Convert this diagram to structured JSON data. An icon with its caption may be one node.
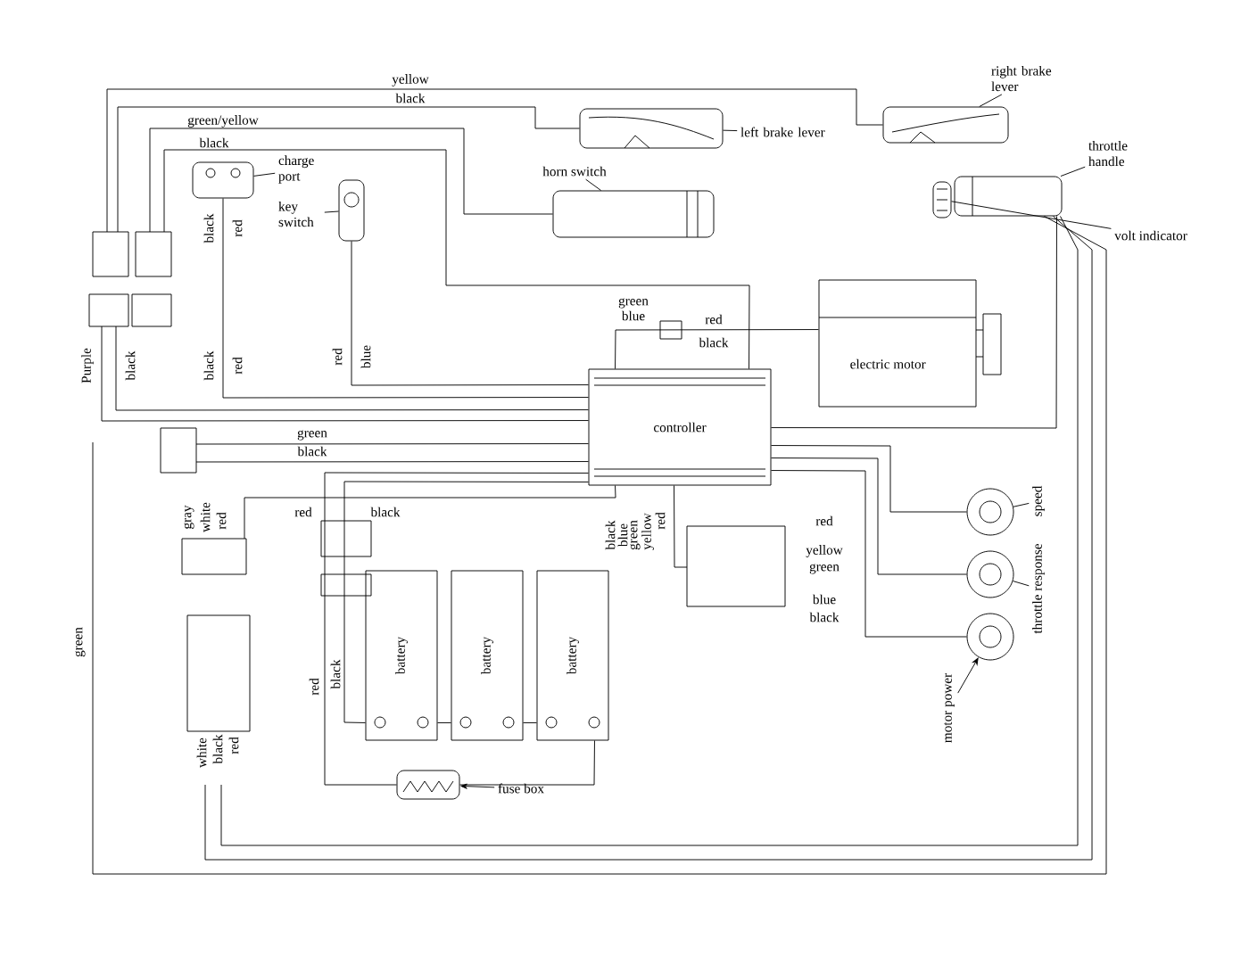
{
  "diagram": {
    "nodes": [
      {
        "text": [
          "controller"
        ]
      },
      {
        "text": [
          "electric motor"
        ]
      },
      {
        "text": [
          "battery"
        ]
      },
      {
        "text": [
          "battery"
        ]
      },
      {
        "text": [
          "battery"
        ]
      },
      {
        "text": [],
        "shape": "picture"
      },
      {
        "text": [
          "charge port"
        ]
      },
      {
        "text": [],
        "shape": "picture"
      },
      {
        "text": [
          "key switch"
        ]
      },
      {
        "text": [],
        "shape": "picture"
      },
      {
        "text": [
          "horn switch"
        ]
      },
      {
        "text": [],
        "shape": "picture"
      },
      {
        "text": [
          "left brake lever"
        ]
      },
      {
        "text": [],
        "shape": "picture"
      },
      {
        "text": [
          "right brake lever"
        ]
      },
      {
        "text": [],
        "shape": "picture"
      },
      {
        "text": [
          "throttle handle"
        ]
      },
      {
        "text": [],
        "shape": "picture"
      },
      {
        "text": [
          "volt indicator"
        ]
      },
      {
        "text": [],
        "shape": "picture"
      },
      {
        "text": [
          "fuse box"
        ]
      },
      {
        "text": [],
        "shape": "circle"
      },
      {
        "text": [],
        "shape": "circle"
      },
      {
        "text": [],
        "shape": "circle"
      },
      {
        "text": [
          "speed"
        ]
      },
      {
        "text": [
          "throttle response"
        ]
      },
      {
        "text": [
          "motor power"
        ]
      }
    ],
    "edges": [
      {
        "from": 6,
        "to": 5,
        "arrow": "none"
      },
      {
        "from": 8,
        "to": 7,
        "arrow": "none"
      },
      {
        "from": 10,
        "to": 9,
        "arrow": "none"
      },
      {
        "from": 12,
        "to": 11,
        "arrow": "none"
      },
      {
        "from": 14,
        "to": 13,
        "arrow": "none"
      },
      {
        "from": 16,
        "to": 15,
        "arrow": "none"
      },
      {
        "from": 18,
        "to": 17,
        "arrow": "none"
      },
      {
        "from": 20,
        "to": 19,
        "arrow": "to"
      },
      {
        "from": 24,
        "to": 21,
        "arrow": "none"
      },
      {
        "from": 25,
        "to": 22,
        "arrow": "none"
      },
      {
        "from": 26,
        "to": 23,
        "arrow": "to"
      },
      {
        "from": 0,
        "to": 1,
        "arrow": "none"
      },
      {
        "from": 2,
        "to": 3,
        "arrow": "none"
      },
      {
        "from": 3,
        "to": 4,
        "arrow": "none"
      },
      {
        "from": 4,
        "to": 19,
        "arrow": "none"
      },
      {
        "from": 2,
        "to": 0,
        "arrow": "none"
      },
      {
        "from": 19,
        "to": 0,
        "arrow": "none"
      },
      {
        "from": 5,
        "to": 0,
        "arrow": "none"
      },
      {
        "from": 7,
        "to": 0,
        "arrow": "none"
      },
      {
        "from": 15,
        "to": 0,
        "arrow": "none"
      },
      {
        "from": 21,
        "to": 0,
        "arrow": "none"
      },
      {
        "from": 22,
        "to": 0,
        "arrow": "none"
      },
      {
        "from": 23,
        "to": 0,
        "arrow": "none"
      },
      {
        "from": 13,
        "to": null,
        "arrow": "none"
      },
      {
        "from": 11,
        "to": null,
        "arrow": "none"
      },
      {
        "from": 9,
        "to": null,
        "arrow": "none"
      },
      {
        "from": 0,
        "to": null,
        "arrow": "none"
      },
      {
        "from": 0,
        "to": null,
        "arrow": "none"
      },
      {
        "from": 0,
        "to": null,
        "arrow": "none"
      },
      {
        "from": 0,
        "to": null,
        "arrow": "none"
      },
      {
        "from": 0,
        "to": null,
        "arrow": "none"
      },
      {
        "from": 0,
        "to": null,
        "arrow": "none"
      },
      {
        "from": 0,
        "to": null,
        "arrow": "none"
      },
      {
        "from": 15,
        "to": null,
        "arrow": "none"
      },
      {
        "from": 15,
        "to": null,
        "arrow": "none"
      },
      {
        "from": 15,
        "to": null,
        "arrow": "none"
      }
    ],
    "labels": [
      "yellow",
      "black",
      "green/yellow",
      "black",
      "black",
      "red",
      "Purple",
      "black",
      "black",
      "red",
      "red",
      "blue",
      "green",
      "blue",
      "red",
      "black",
      "green",
      "black",
      "gray",
      "white",
      "red",
      "red",
      "black",
      "green",
      "red",
      "black",
      "white",
      "black",
      "red",
      "black",
      "blue",
      "green",
      "yellow",
      "red",
      "red",
      "yellow",
      "green",
      "blue",
      "black"
    ]
  }
}
